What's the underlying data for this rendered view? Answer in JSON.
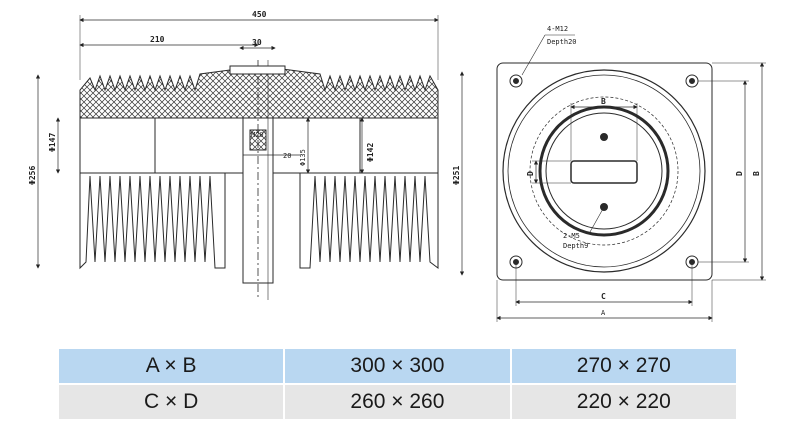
{
  "side_view": {
    "dim_450": "450",
    "dim_210": "210",
    "dim_30": "30",
    "dim_phi147": "Φ147",
    "dim_phi256": "Φ256",
    "dim_phi135": "Φ135",
    "dim_20": "20",
    "dim_phi142": "Φ142",
    "dim_phi251": "Φ251",
    "dim_m20": "M20"
  },
  "top_view": {
    "holes_label_1": "4-M12",
    "holes_label_2": "Depth20",
    "center_holes_label_1": "2-M5",
    "center_holes_label_2": "Depth9",
    "dim_a": "A",
    "dim_b": "B",
    "dim_c": "C",
    "dim_d": "D",
    "dim_d_small": "D",
    "dim_b_small": "B"
  },
  "colors": {
    "line": "#2a2a2a",
    "header_row": "#b9d7f1",
    "second_row": "#e6e6e6"
  },
  "spec_table": {
    "rows": [
      {
        "label": "A × B",
        "v1": "300 × 300",
        "v2": "270 × 270"
      },
      {
        "label": "C × D",
        "v1": "260 × 260",
        "v2": "220 × 220"
      }
    ]
  }
}
